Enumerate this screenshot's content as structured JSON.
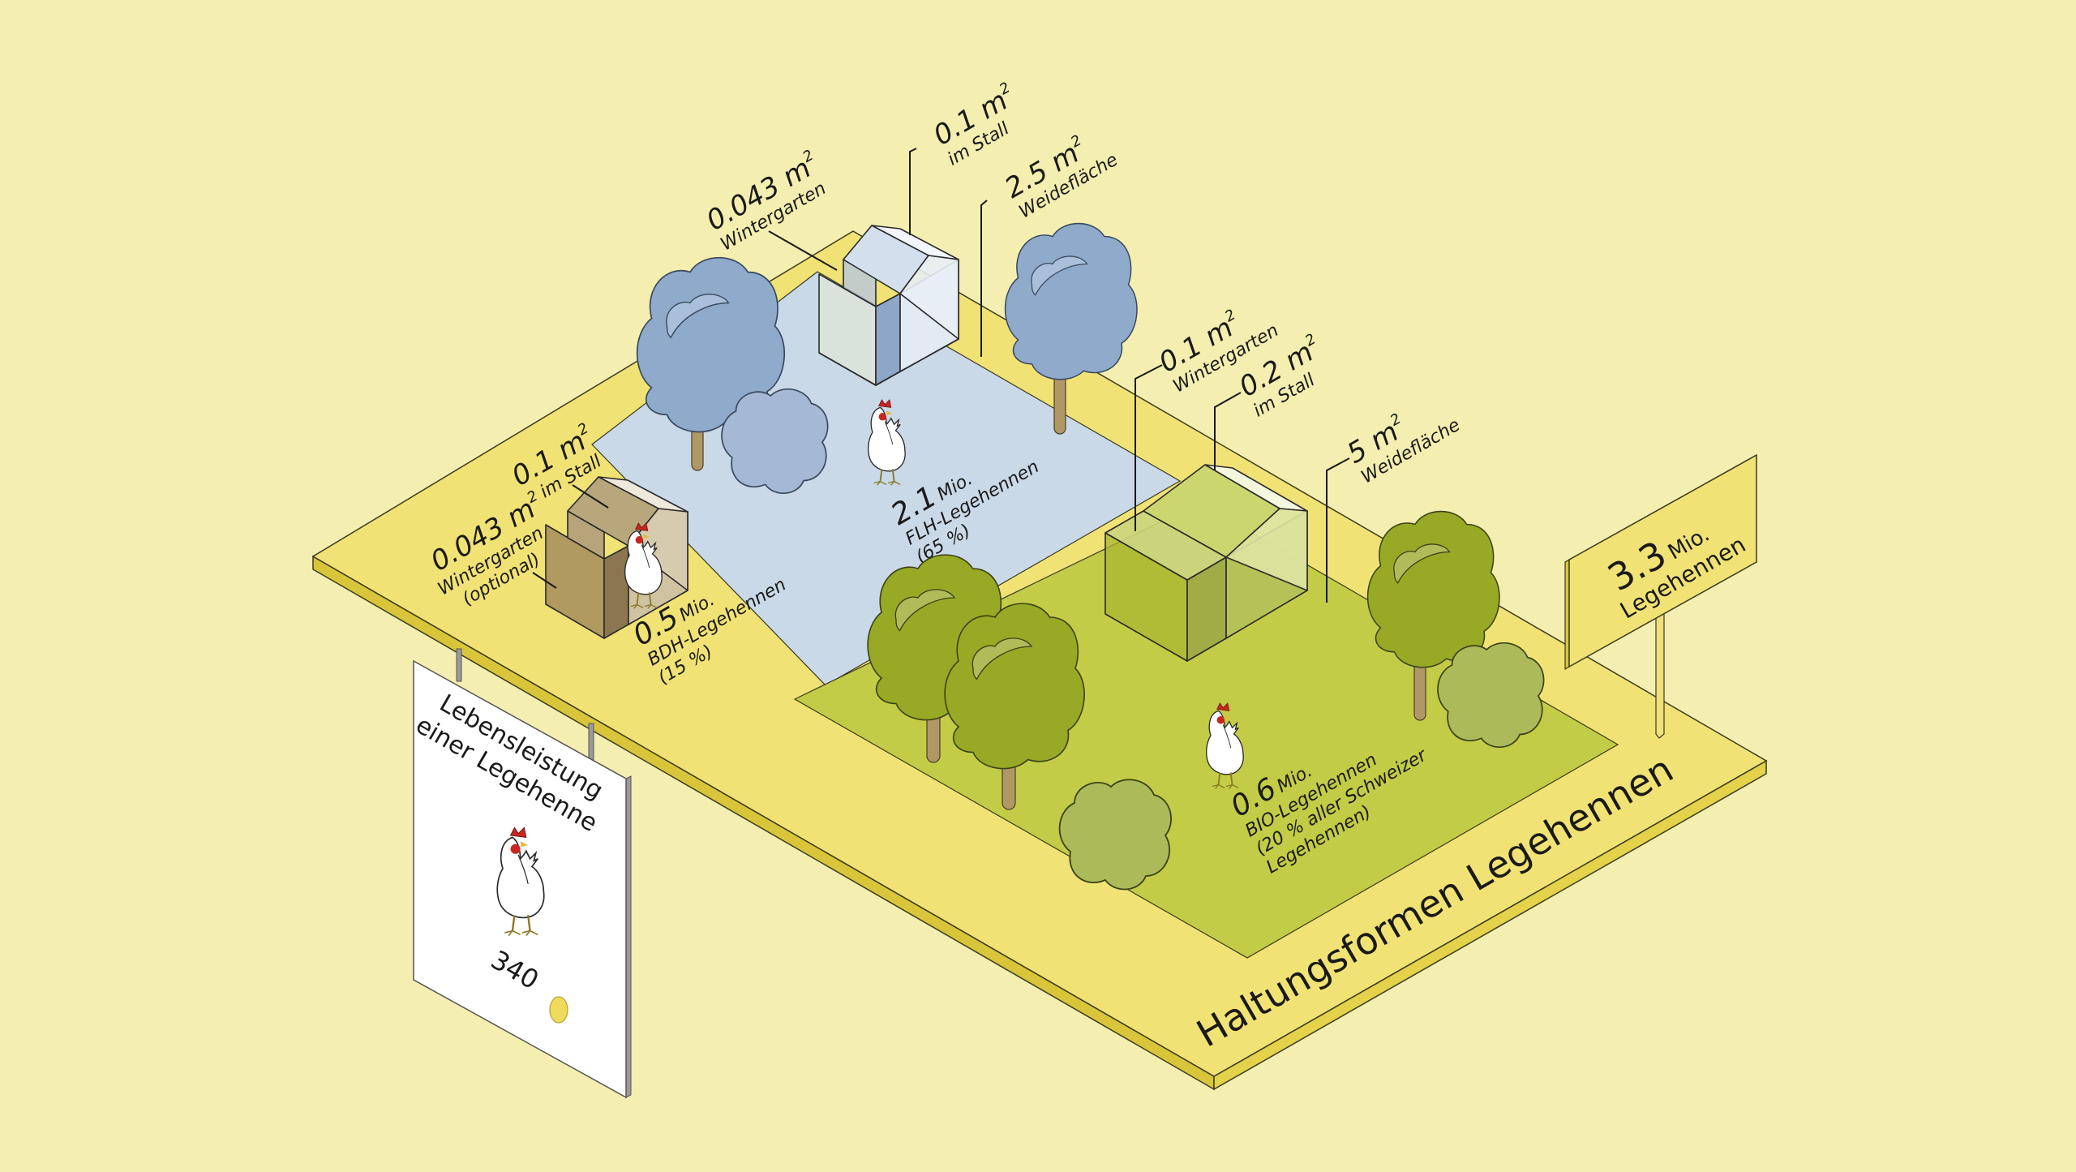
{
  "title": "Haltungsformen Legehennen",
  "colors": {
    "background": "#f4eeb0",
    "platform": "#f1e275",
    "platform_edge": "#d9c53a",
    "flh_area": "#c9d9e8",
    "flh_tree": "#8faacb",
    "flh_bush": "#a5b9d5",
    "bio_area": "#c3cc46",
    "bio_tree": "#98a926",
    "bio_bush": "#adba5a",
    "bdh_house": "#a48d5d",
    "trunk": "#b09866",
    "egg": "#eedb5e",
    "comb": "#c8261e"
  },
  "total_sign": {
    "value": "3.3",
    "unit": "Mio.",
    "label": "Legehennen"
  },
  "lifetime_sign": {
    "line1": "Lebensleistung",
    "line2": "einer Legehenne",
    "egg_count": "340",
    "egg_icon": "egg-icon"
  },
  "zones": {
    "bdh": {
      "count_value": "0.5",
      "count_unit": "Mio.",
      "name": "BDH-Legehennen",
      "share": "(15 %)",
      "stall_value": "0.1 m",
      "stall_sup": "2",
      "stall_label": "im Stall",
      "winter_value": "0.043 m",
      "winter_sup": "2",
      "winter_label": "Wintergarten",
      "winter_note": "(optional)"
    },
    "flh": {
      "count_value": "2.1",
      "count_unit": "Mio.",
      "name": "FLH-Legehennen",
      "share": "(65 %)",
      "stall_value": "0.1 m",
      "stall_sup": "2",
      "stall_label": "im Stall",
      "winter_value": "0.043 m",
      "winter_sup": "2",
      "winter_label": "Wintergarten",
      "pasture_value": "2.5 m",
      "pasture_sup": "2",
      "pasture_label": "Weidefläche"
    },
    "bio": {
      "count_value": "0.6",
      "count_unit": "Mio.",
      "name": "BIO-Legehennen",
      "share_line1": "(20 % aller Schweizer",
      "share_line2": "Legehennen)",
      "winter_value": "0.1 m",
      "winter_sup": "2",
      "winter_label": "Wintergarten",
      "stall_value": "0.2 m",
      "stall_sup": "2",
      "stall_label": "im Stall",
      "pasture_value": "5 m",
      "pasture_sup": "2",
      "pasture_label": "Weidefläche"
    }
  }
}
